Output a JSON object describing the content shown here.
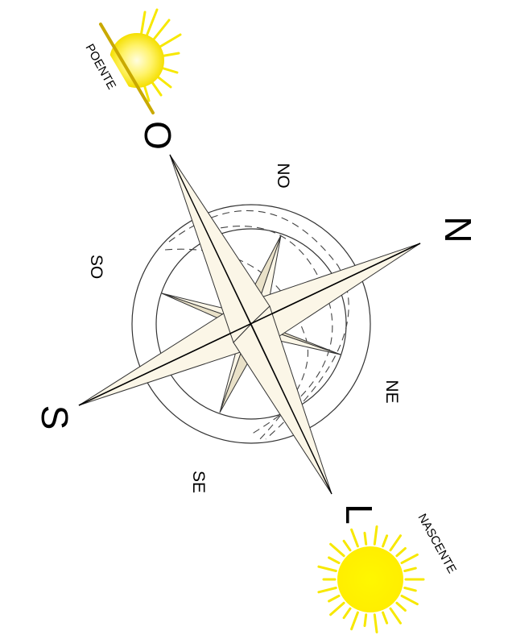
{
  "cardinals": {
    "north": "N",
    "south": "S",
    "east": "L",
    "west": "O"
  },
  "intercardinals": {
    "northeast": "NE",
    "northwest": "NO",
    "southeast": "SE",
    "southwest": "SO"
  },
  "sun_labels": {
    "sunset": "POENTE",
    "sunrise": "NASCENTE"
  },
  "colors": {
    "star_fill": "#fbf6e7",
    "star_shade": "#e9e1c8",
    "sun_yellow": "#fff200",
    "sun_ray": "#f7e800",
    "horizon_line": "#c9a900",
    "outline": "#000000"
  },
  "icons": {
    "rose": "compass-rose-icon",
    "sunset": "setting-sun-icon",
    "sunrise": "rising-sun-icon"
  }
}
